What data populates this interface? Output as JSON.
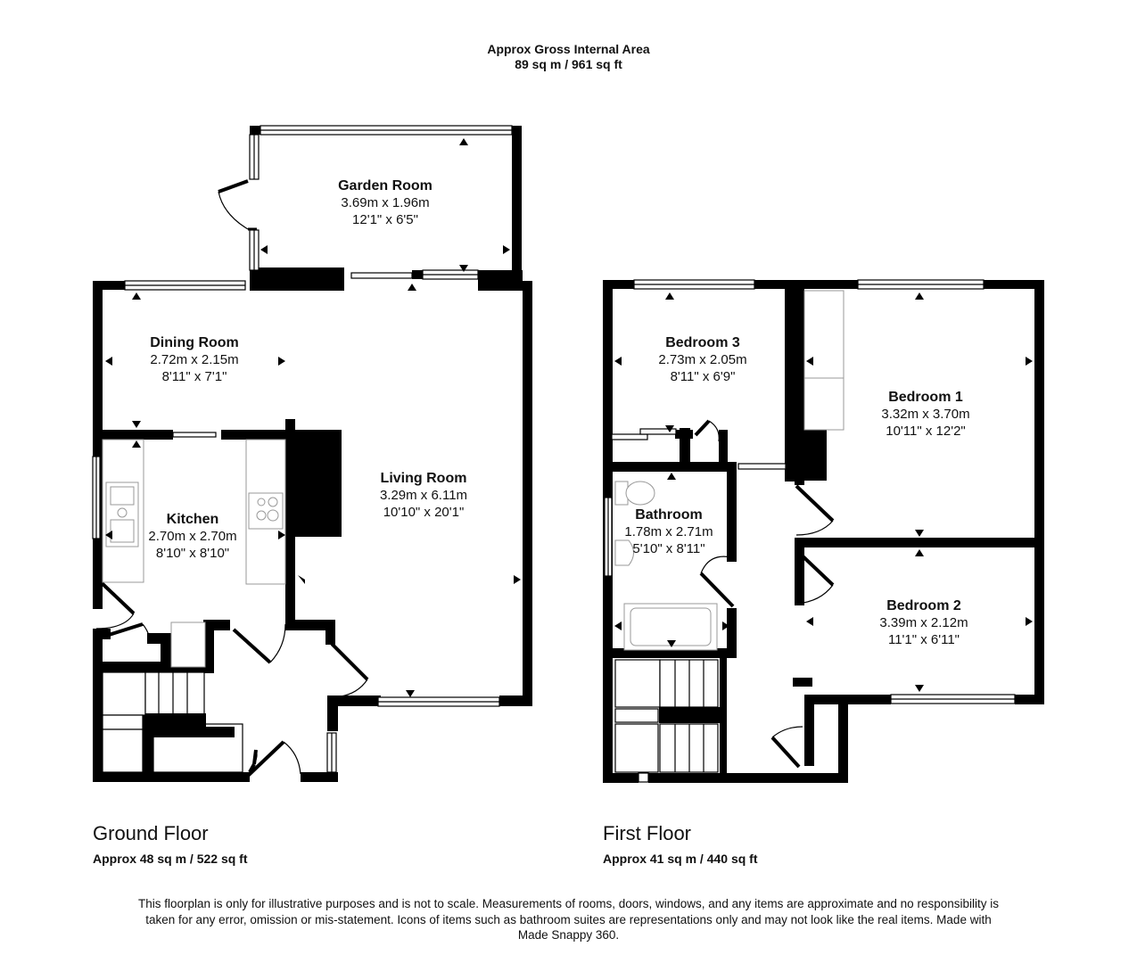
{
  "header": {
    "title": "Approx Gross Internal Area",
    "area": "89 sq m / 961 sq ft"
  },
  "floors": {
    "ground": {
      "label": "Ground Floor",
      "area": "Approx 48 sq m / 522 sq ft",
      "rooms": {
        "garden_room": {
          "name": "Garden Room",
          "metric": "3.69m x 1.96m",
          "imperial": "12'1\" x 6'5\""
        },
        "dining_room": {
          "name": "Dining Room",
          "metric": "2.72m x 2.15m",
          "imperial": "8'11\" x 7'1\""
        },
        "kitchen": {
          "name": "Kitchen",
          "metric": "2.70m x 2.70m",
          "imperial": "8'10\" x 8'10\""
        },
        "living_room": {
          "name": "Living Room",
          "metric": "3.29m x 6.11m",
          "imperial": "10'10\" x 20'1\""
        }
      }
    },
    "first": {
      "label": "First Floor",
      "area": "Approx 41 sq m / 440 sq ft",
      "rooms": {
        "bedroom_3": {
          "name": "Bedroom 3",
          "metric": "2.73m x 2.05m",
          "imperial": "8'11\" x 6'9\""
        },
        "bedroom_1": {
          "name": "Bedroom 1",
          "metric": "3.32m x 3.70m",
          "imperial": "10'11\" x 12'2\""
        },
        "bathroom": {
          "name": "Bathroom",
          "metric": "1.78m x 2.71m",
          "imperial": "5'10\" x 8'11\""
        },
        "bedroom_2": {
          "name": "Bedroom 2",
          "metric": "3.39m x 2.12m",
          "imperial": "11'1\" x 6'11\""
        }
      }
    }
  },
  "disclaimer": "This floorplan is only for illustrative purposes and is not to scale. Measurements of rooms, doors, windows, and any items are approximate and no responsibility is taken for any error, omission or mis-statement. Icons of items such as bathroom suites are representations only and may not look like the real items. Made with Made Snappy 360.",
  "colors": {
    "wall": "#000000",
    "fixture": "#888888",
    "background": "#ffffff"
  }
}
